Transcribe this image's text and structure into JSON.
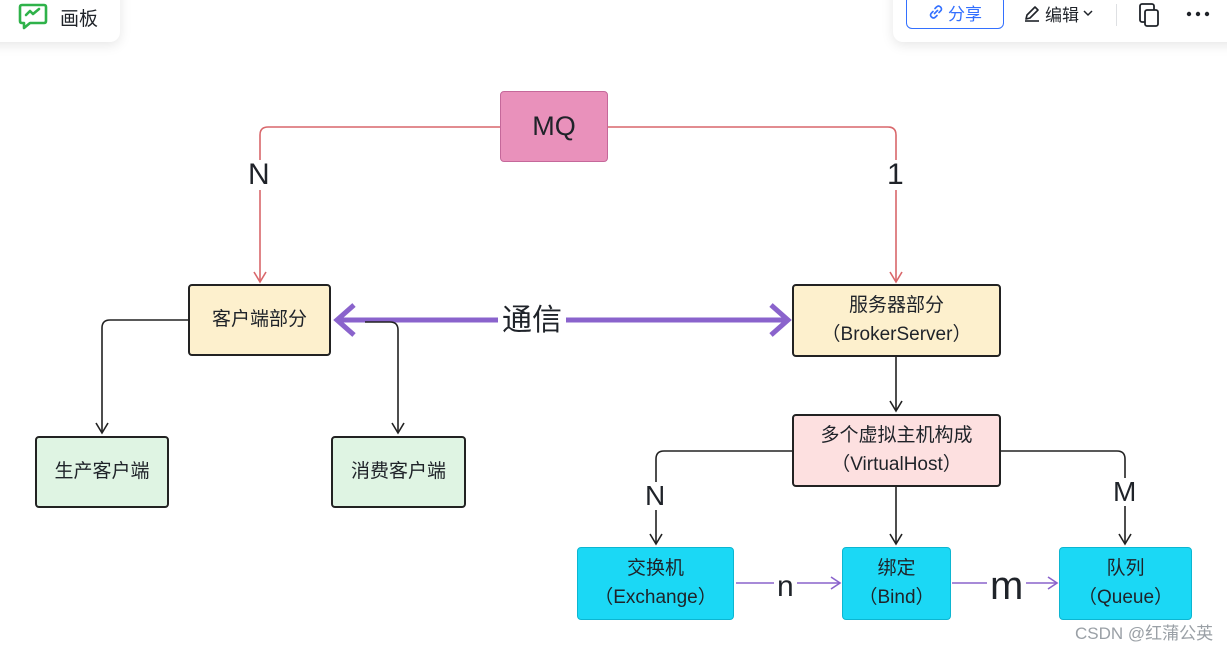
{
  "toolbar": {
    "app_title": "画板",
    "share_label": "分享",
    "edit_label": "编辑",
    "brand_color": "#2fb24a",
    "share_color": "#3370ff"
  },
  "diagram": {
    "nodes": {
      "mq": "MQ",
      "client": "客户端部分",
      "server_line1": "服务器部分",
      "server_line2": "（BrokerServer）",
      "producer": "生产客户端",
      "consumer": "消费客户端",
      "vhost_line1": "多个虚拟主机构成",
      "vhost_line2": "（VirtualHost）",
      "exchange_line1": "交换机",
      "exchange_line2": "（Exchange）",
      "bind_line1": "绑定",
      "bind_line2": "（Bind）",
      "queue_line1": "队列",
      "queue_line2": "（Queue）"
    },
    "edge_labels": {
      "mq_to_client": "N",
      "mq_to_server": "1",
      "client_server": "通信",
      "vhost_to_exchange": "N",
      "vhost_to_queue": "M",
      "exchange_to_bind": "n",
      "bind_to_queue": "m"
    },
    "colors": {
      "mq_fill": "#e991bb",
      "part_fill": "#fdf0cd",
      "client_leaf_fill": "#dff4e3",
      "vhost_fill": "#fde0e0",
      "component_fill": "#1bd8f5",
      "mq_edges": "#d9676b",
      "comm_edge": "#8a63cc"
    }
  },
  "watermark": "CSDN @红蒲公英"
}
